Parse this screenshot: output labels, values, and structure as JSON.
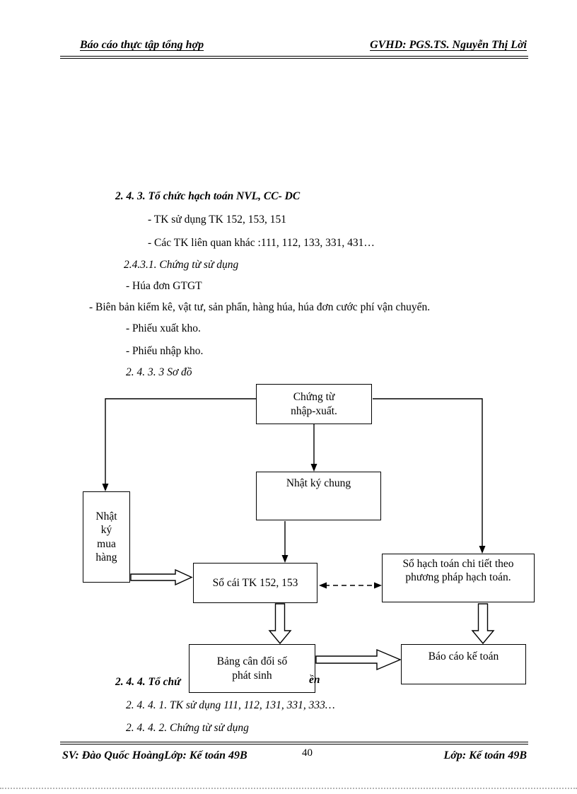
{
  "header": {
    "left": "Báo cáo thực tập tổng hợp",
    "right": "GVHD: PGS.TS. Nguyễn Thị Lời"
  },
  "body": {
    "h243": "2. 4. 3. Tổ chức hạch toán NVL, CC- DC",
    "tk_line": "- TK sử dụng TK 152, 153, 151",
    "cac_tk_line": "- Các TK liên quan khác :111, 112, 133, 331, 431…",
    "h2431": "2.4.3.1. Chứng từ sử dụng",
    "hoa_don_line": "- Húa đơn GTGT",
    "bien_ban_line": "- Biên bản kiểm kê, vật tư, sản phẩn, hàng húa, húa đơn cước phí vận chuyển.",
    "phieu_xuat_line": "- Phiếu xuất kho.",
    "phieu_nhap_line": "- Phiếu nhập kho.",
    "h2433": "2. 4. 3. 3 Sơ đồ",
    "h244_left": "2. 4. 4. Tổ chứ",
    "h244_right": "ền",
    "h2441": "2. 4. 4. 1. TK sử dụng 111, 112, 131, 331, 333…",
    "h2442": "2. 4. 4. 2. Chứng từ sử dụng"
  },
  "diagram": {
    "chung_tu": "Chứng từ\nnhập-xuất.",
    "nhat_ky_chung": "Nhật ký chung",
    "nhat_ky_mua_hang": "Nhật\nký\nmua\nhàng",
    "so_cai": "Sổ cái TK 152, 153",
    "so_hach_toan": "Sổ hạch toán chi tiết theo\nphương pháp hạch toán.",
    "bang_can_doi": "Bảng cân đối số\nphát sinh",
    "bao_cao": "Báo cáo kế toán"
  },
  "footer": {
    "left": "SV: Đào Quốc HoàngLớp: Kế toán 49B",
    "page_number": "40",
    "right": "Lớp: Kế toán 49B"
  }
}
